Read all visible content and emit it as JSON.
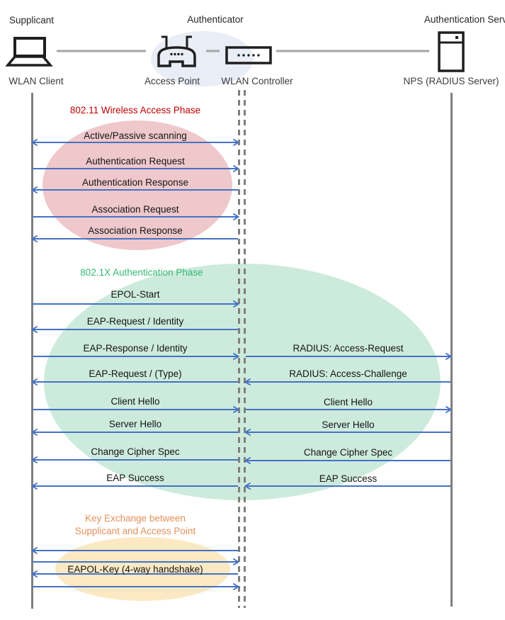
{
  "header": {
    "roles": [
      {
        "label": "Supplicant"
      },
      {
        "label": "Authenticator"
      },
      {
        "label": "Authentication Server"
      }
    ],
    "devices": [
      {
        "label": "WLAN Client",
        "icon": "laptop-icon"
      },
      {
        "label": "Access Point",
        "icon": "access-point-icon"
      },
      {
        "label": "WLAN Controller",
        "icon": "wlan-controller-icon"
      },
      {
        "label": "NPS (RADIUS Server)",
        "icon": "server-icon"
      }
    ]
  },
  "phases": [
    {
      "title": "802.11 Wireless Access Phase",
      "title_color": "#C00000",
      "ellipse_color": "#EFC8CC",
      "messages": [
        {
          "label": "Active/Passive scanning",
          "direction": "both",
          "segment": "client-controller"
        },
        {
          "label": "Authentication Request",
          "direction": "right",
          "segment": "client-controller"
        },
        {
          "label": "Authentication Response",
          "direction": "left",
          "segment": "client-controller"
        },
        {
          "label": "Association Request",
          "direction": "right",
          "segment": "client-controller"
        },
        {
          "label": "Association Response",
          "direction": "left",
          "segment": "client-controller"
        }
      ]
    },
    {
      "title": "802.1X Authentication Phase",
      "title_color": "#33B873",
      "ellipse_color": "#CDEBDC",
      "left_messages": [
        {
          "label": "EPOL-Start",
          "direction": "right",
          "segment": "client-controller"
        },
        {
          "label": "EAP-Request / Identity",
          "direction": "left",
          "segment": "client-controller"
        },
        {
          "label": "EAP-Response / Identity",
          "direction": "right",
          "segment": "client-controller"
        },
        {
          "label": "EAP-Request / (Type)",
          "direction": "left",
          "segment": "client-controller"
        },
        {
          "label": "Client Hello",
          "direction": "right",
          "segment": "client-controller"
        },
        {
          "label": "Server Hello",
          "direction": "left",
          "segment": "client-controller"
        },
        {
          "label": "Change Cipher Spec",
          "direction": "left",
          "segment": "client-controller"
        },
        {
          "label": "EAP Success",
          "direction": "left",
          "segment": "client-controller"
        }
      ],
      "right_messages": [
        {
          "label": "RADIUS: Access-Request",
          "direction": "right",
          "segment": "controller-server"
        },
        {
          "label": "RADIUS: Access-Challenge",
          "direction": "left",
          "segment": "controller-server"
        },
        {
          "label": "Client Hello",
          "direction": "right",
          "segment": "controller-server"
        },
        {
          "label": "Server Hello",
          "direction": "left",
          "segment": "controller-server"
        },
        {
          "label": "Change Cipher Spec",
          "direction": "left",
          "segment": "controller-server"
        },
        {
          "label": "EAP Success",
          "direction": "left",
          "segment": "controller-server"
        }
      ]
    },
    {
      "title_lines": [
        "Key Exchange between",
        "Supplicant and Access Point"
      ],
      "title_color": "#E2915A",
      "ellipse_color": "#FCE9C4",
      "messages": [
        {
          "label": "EAPOL-Key (4-way handshake)",
          "direction": "both",
          "segment": "client-controller"
        }
      ]
    }
  ],
  "colors": {
    "arrow": "#4472C4",
    "lifeline": "#7F7F7F",
    "connector": "#A6A6A6",
    "hub_ellipse": "#E9EDF6"
  }
}
